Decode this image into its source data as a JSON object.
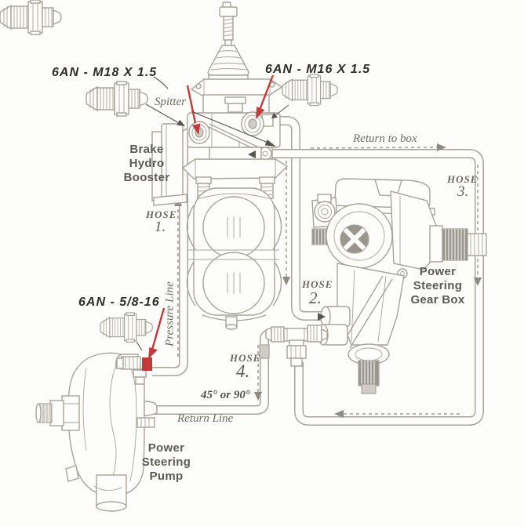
{
  "fittings": {
    "top_left_label": "6AN - M18 X 1.5",
    "top_right_label": "6AN - M16 X 1.5",
    "bottom_left_label": "6AN - 5/8-16"
  },
  "components": {
    "booster_label": "Brake\nHydro\nBooster",
    "gearbox_label": "Power\nSteering\nGear Box",
    "pump_label": "Power\nSteering\nPump"
  },
  "hoses": [
    {
      "word": "HOSE",
      "num": "1."
    },
    {
      "word": "HOSE",
      "num": "2."
    },
    {
      "word": "HOSE",
      "num": "3."
    },
    {
      "word": "HOSE",
      "num": "4."
    }
  ],
  "annotations": {
    "spitter": "Spitter",
    "return_to_box": "Return to box",
    "pressure_line": "Pressure Line",
    "return_line": "Return Line",
    "angle_note": "45° or 90°"
  },
  "colors": {
    "pointer_red": "#c23b38",
    "line_art": "#a8a39a",
    "label_dark": "#2e2d2b",
    "label_gray": "#5b5a55",
    "annotation_gray": "#6e6c63"
  }
}
